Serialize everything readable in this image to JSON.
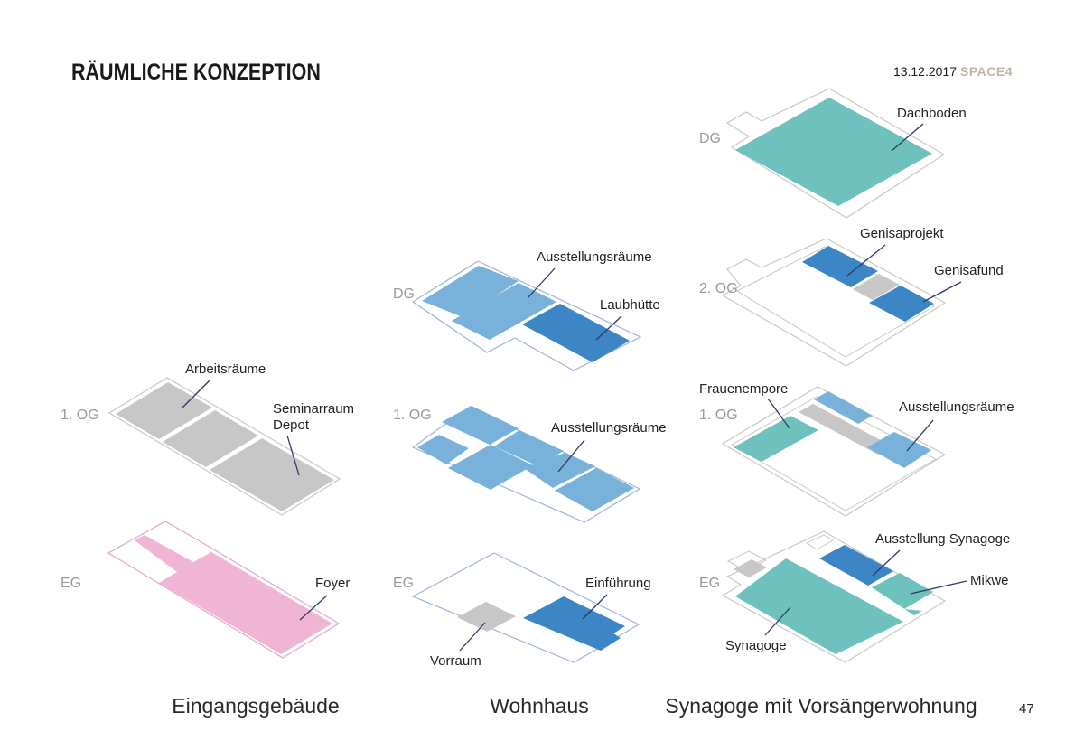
{
  "header": {
    "title": "RÄUMLICHE KONZEPTION",
    "date": "13.12.2017",
    "brand": "SPACE4"
  },
  "colors": {
    "gray": "#c6c7c6",
    "pink": "#f0b5d4",
    "light_blue": "#78b2da",
    "dark_blue": "#3d86c6",
    "teal": "#6fc1bd",
    "outline_gray": "#c9c9c9",
    "outline_pink": "#e6a6c4",
    "outline_blue": "#9fb4dc"
  },
  "buildings": [
    {
      "caption": "Eingangsgebäude",
      "floors": [
        {
          "level": "1. OG",
          "rooms": [
            "Arbeitsräume",
            "Seminarraum",
            "Depot"
          ]
        },
        {
          "level": "EG",
          "rooms": [
            "Foyer"
          ]
        }
      ]
    },
    {
      "caption": "Wohnhaus",
      "floors": [
        {
          "level": "DG",
          "rooms": [
            "Ausstellungsräume",
            "Laubhütte"
          ]
        },
        {
          "level": "1. OG",
          "rooms": [
            "Ausstellungsräume"
          ]
        },
        {
          "level": "EG",
          "rooms": [
            "Einführung",
            "Vorraum"
          ]
        }
      ]
    },
    {
      "caption": "Synagoge mit Vorsängerwohnung",
      "floors": [
        {
          "level": "DG",
          "rooms": [
            "Dachboden"
          ]
        },
        {
          "level": "2. OG",
          "rooms": [
            "Genisaprojekt",
            "Genisafund"
          ]
        },
        {
          "level": "1. OG",
          "rooms": [
            "Frauenempore",
            "Ausstellungsräume"
          ]
        },
        {
          "level": "EG",
          "rooms": [
            "Ausstellung Synagoge",
            "Mikwe",
            "Synagoge"
          ]
        }
      ]
    }
  ],
  "page_number": "47"
}
